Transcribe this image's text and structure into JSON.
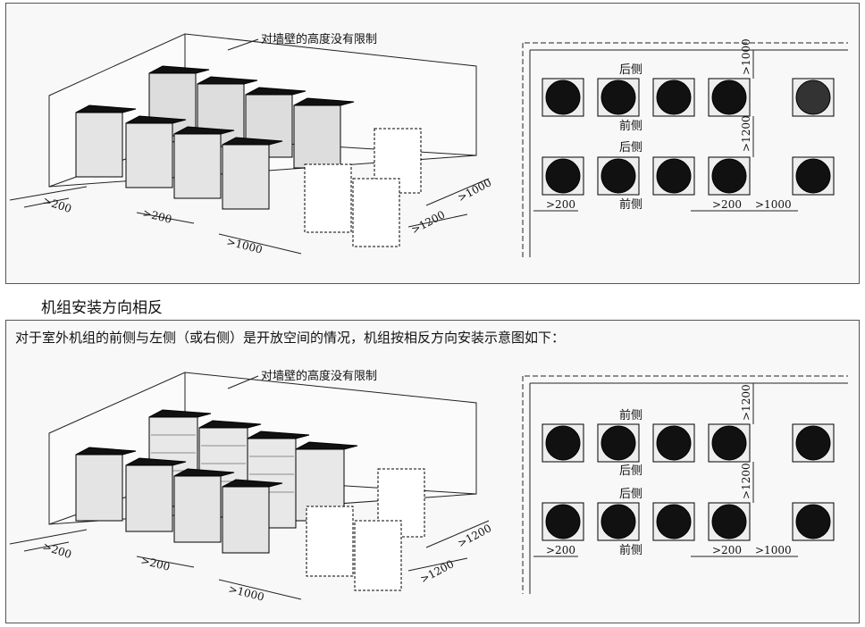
{
  "caption": "机组安装方向相反",
  "intro": "对于室外机组的前侧与左侧（或右侧）是开放空间的情况，机组按相反方向安装示意图如下：",
  "top": {
    "wall_note": "对墙壁的高度没有限制",
    "iso": {
      "d1": ">200",
      "d2": ">200",
      "d3": ">1000",
      "d4": ">1200",
      "d5": ">1000"
    },
    "plan": {
      "row1_top": "后侧",
      "row1_bottom": "前侧",
      "row2_top": "后侧",
      "row2_bottom": "前侧",
      "v1": ">1000",
      "v2": ">1200",
      "h1": ">200",
      "h2": ">200",
      "h3": ">1000"
    }
  },
  "bottom": {
    "wall_note": "对墙壁的高度没有限制",
    "iso": {
      "d1": ">200",
      "d2": ">200",
      "d3": ">1000",
      "d4": ">1200",
      "d5": ">1200"
    },
    "plan": {
      "row1_top": "前侧",
      "row1_bottom": "后侧",
      "row2_top": "后侧",
      "row2_bottom": "前侧",
      "v1": ">1200",
      "v2": ">1200",
      "h1": ">200",
      "h2": ">200",
      "h3": ">1000"
    }
  }
}
